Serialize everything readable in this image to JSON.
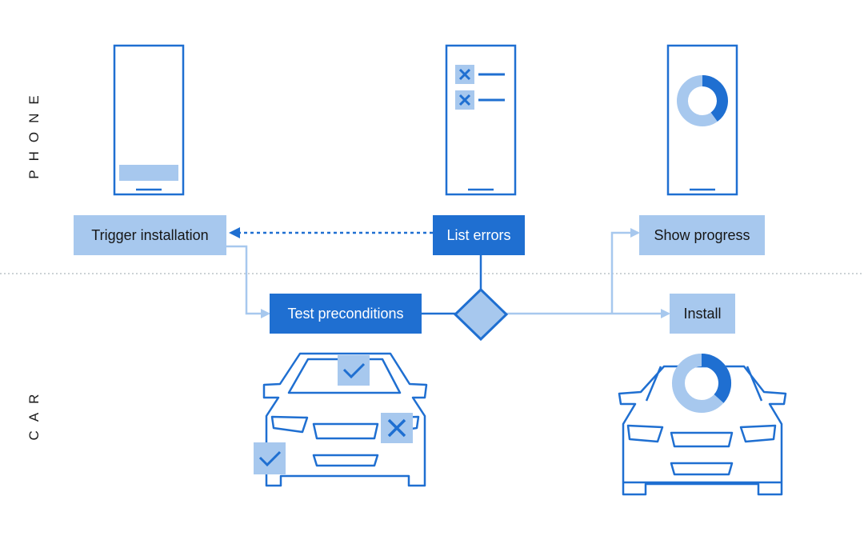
{
  "lanes": {
    "phone": "PHONE",
    "car": "CAR"
  },
  "nodes": {
    "trigger": "Trigger installation",
    "list_errors": "List errors",
    "show_progress": "Show progress",
    "test": "Test preconditions",
    "install": "Install"
  },
  "colors": {
    "primary": "#1f6fd1",
    "light": "#a7c8ee",
    "divider": "#9aa4ae"
  }
}
